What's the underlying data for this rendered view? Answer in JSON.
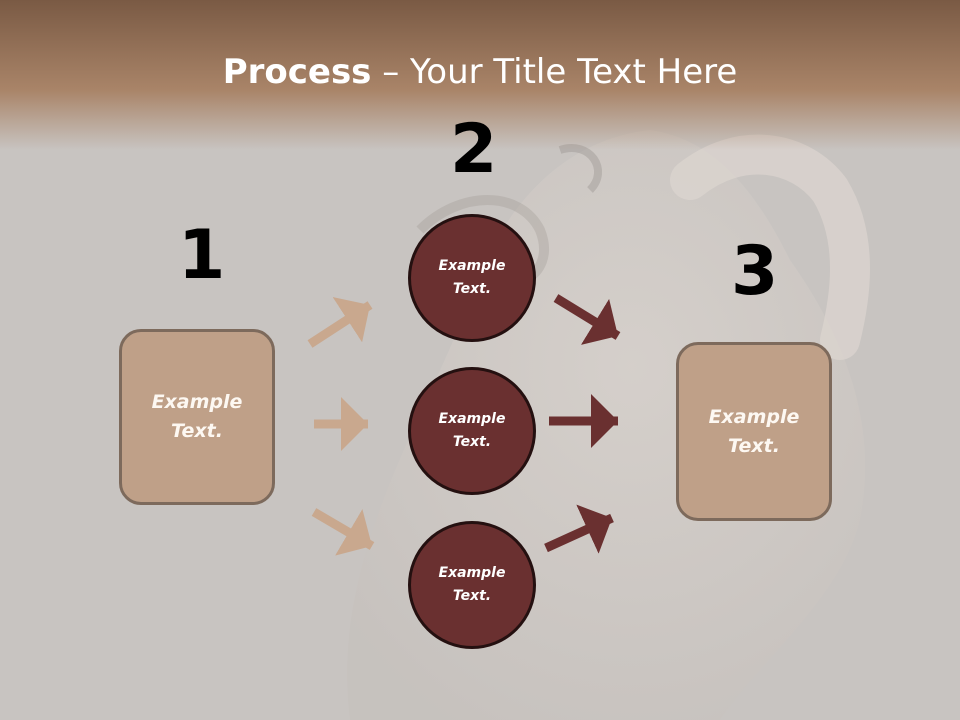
{
  "title": {
    "bold": "Process",
    "rest": " – Your Title Text Here"
  },
  "steps": {
    "one": "1",
    "two": "2",
    "three": "3"
  },
  "boxes": {
    "left": "Example\nText.",
    "right": "Example\nText."
  },
  "circles": {
    "top": "Example\nText.",
    "middle": "Example\nText.",
    "bottom": "Example\nText."
  },
  "colors": {
    "header": "#a98468",
    "box_fill": "#bfa088",
    "circle_fill": "#6a3030",
    "arrow_light": "#c9a88e",
    "arrow_dark": "#6a3030"
  }
}
